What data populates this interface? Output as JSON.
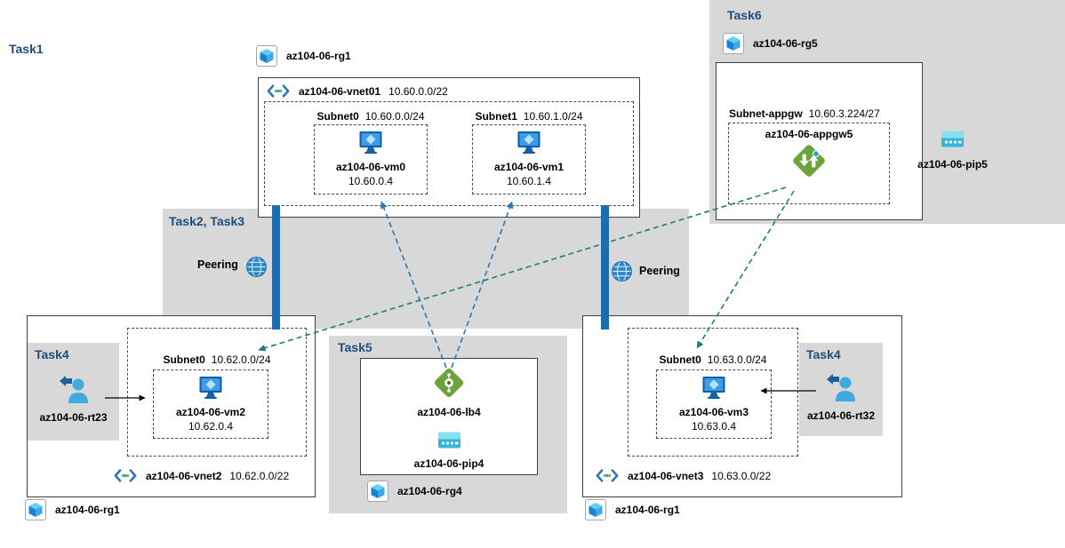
{
  "tasks": {
    "task1": "Task1",
    "task23": "Task2, Task3"
  },
  "top_rg": {
    "label": "az104-06-rg1"
  },
  "vnet01": {
    "name": "az104-06-vnet01",
    "cidr": "10.60.0.0/22",
    "subnets": {
      "s0": {
        "name": "Subnet0",
        "cidr": "10.60.0.0/24",
        "vm_name": "az104-06-vm0",
        "vm_ip": "10.60.0.4"
      },
      "s1": {
        "name": "Subnet1",
        "cidr": "10.60.1.0/24",
        "vm_name": "az104-06-vm1",
        "vm_ip": "10.60.1.4"
      }
    }
  },
  "task6": {
    "label": "Task6",
    "rg": "az104-06-rg5",
    "subnet_name": "Subnet-appgw",
    "subnet_cidr": "10.60.3.224/27",
    "appgw": "az104-06-appgw5",
    "pip": "az104-06-pip5"
  },
  "peering": {
    "left": "Peering",
    "right": "Peering"
  },
  "left_group": {
    "task": "Task4",
    "rt": "az104-06-rt23",
    "subnet_name": "Subnet0",
    "subnet_cidr": "10.62.0.0/24",
    "vm_name": "az104-06-vm2",
    "vm_ip": "10.62.0.4",
    "vnet_name": "az104-06-vnet2",
    "vnet_cidr": "10.62.0.0/22",
    "rg": "az104-06-rg1"
  },
  "task5_group": {
    "label": "Task5",
    "lb": "az104-06-lb4",
    "pip": "az104-06-pip4",
    "rg": "az104-06-rg4"
  },
  "right_group": {
    "task": "Task4",
    "rt": "az104-06-rt32",
    "subnet_name": "Subnet0",
    "subnet_cidr": "10.63.0.0/24",
    "vm_name": "az104-06-vm3",
    "vm_ip": "10.63.0.4",
    "vnet_name": "az104-06-vnet3",
    "vnet_cidr": "10.63.0.0/22",
    "rg": "az104-06-rg1"
  },
  "icons": {
    "resource_group": "cube-icon",
    "virtual_network": "vnet-chevrons-icon",
    "virtual_machine": "vm-monitor-icon",
    "load_balancer": "lb-diamond-icon",
    "app_gateway": "appgw-diamond-icon",
    "public_ip": "pip-icon",
    "peering": "globe-icon",
    "route_user": "user-arrow-icon"
  },
  "colors": {
    "task_label": "#1f4e79",
    "region_gray": "#d8d8d8",
    "peering_bar": "#1f6bb0",
    "lb_arrow": "#2e75b6",
    "appgw_arrow": "#1a7f79"
  }
}
